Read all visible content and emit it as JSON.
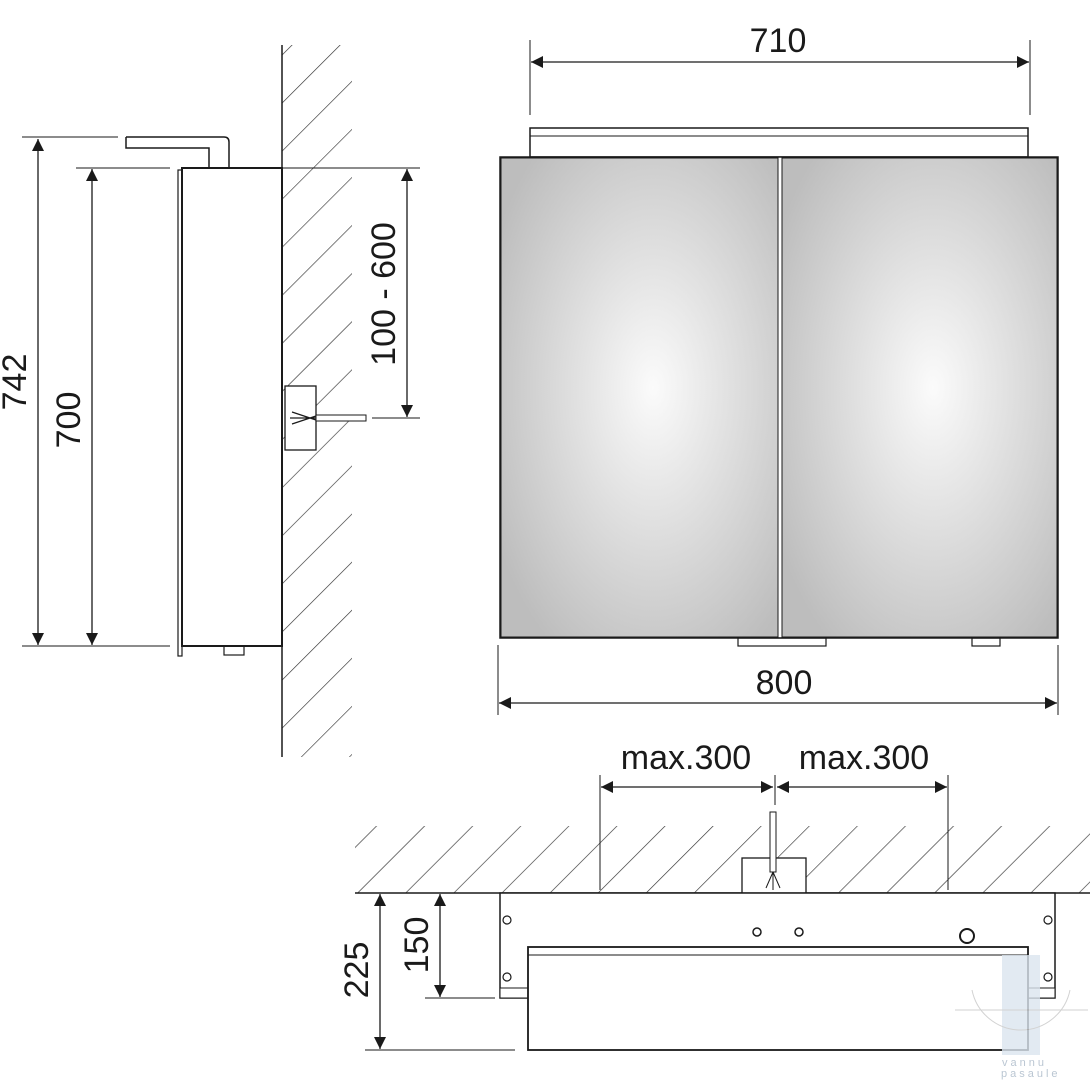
{
  "side_view": {
    "height_total": "742",
    "height_cabinet": "700",
    "cable_height_range": "100 - 600"
  },
  "front_view": {
    "width_light": "710",
    "width_cabinet": "800"
  },
  "top_view": {
    "max_left": "max.300",
    "max_right": "max.300",
    "depth_total": "225",
    "depth_body": "150"
  },
  "watermark": {
    "line1": "vannu",
    "line2": "pasaule"
  },
  "colors": {
    "line": "#1a1a1a",
    "mirror_light": "#fbfbfb",
    "mirror_dark": "#bdbdbd"
  }
}
